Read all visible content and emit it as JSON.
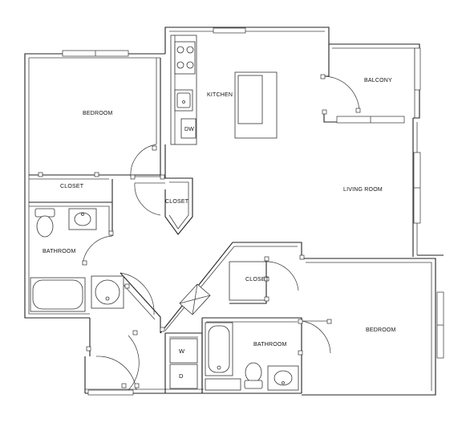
{
  "rooms": {
    "bedroom_left": "BEDROOM",
    "closet_left": "CLOSET",
    "kitchen": "KITCHEN",
    "dishwasher": "DW",
    "closet_hall": "CLOSET",
    "balcony": "BALCONY",
    "living_room": "LIVING ROOM",
    "bathroom_left": "BATHROOM",
    "closet_center": "CLOSET",
    "bathroom_right": "BATHROOM",
    "bedroom_right": "BEDROOM",
    "washer": "W",
    "dryer": "D"
  }
}
